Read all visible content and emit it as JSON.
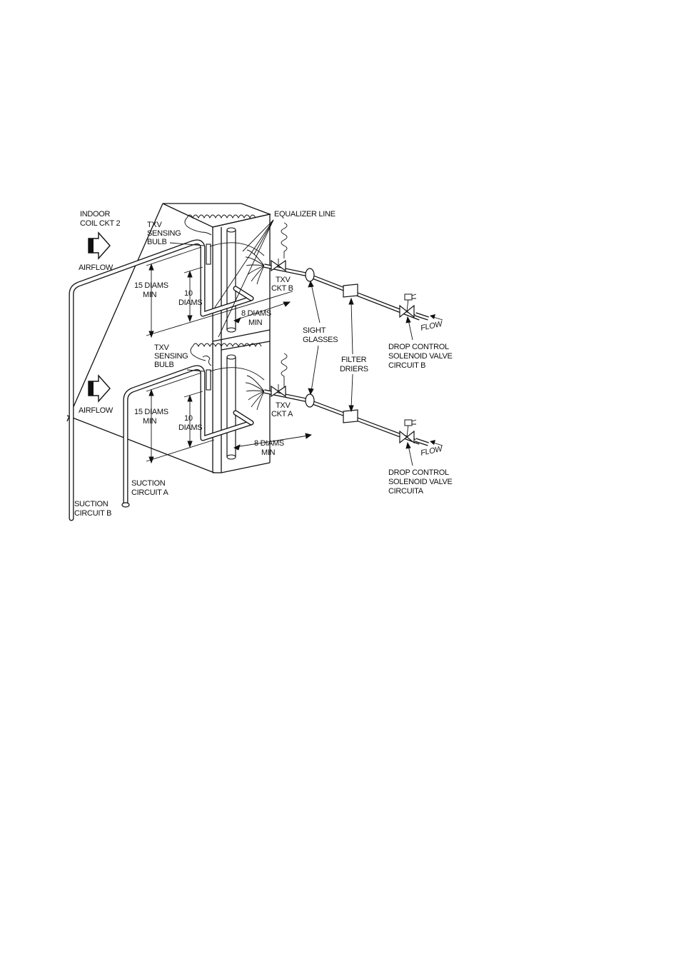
{
  "labels": {
    "indoor_coil_line1": "INDOOR",
    "indoor_coil_line2": "COIL CKT 2",
    "airflow_top": "AIRFLOW",
    "airflow_bottom": "AIRFLOW",
    "txv_bulb_top_1": "TXV",
    "txv_bulb_top_2": "SENSING",
    "txv_bulb_top_3": "BULB",
    "txv_bulb_bottom_1": "TXV",
    "txv_bulb_bottom_2": "SENSING",
    "txv_bulb_bottom_3": "BULB",
    "equalizer_line": "EQUALIZER LINE",
    "diams15_top_1": "15 DIAMS",
    "diams15_top_2": "MIN",
    "diams10_top_1": "10",
    "diams10_top_2": "DIAMS",
    "diams8_top_1": "8 DIAMS",
    "diams8_top_2": "MIN",
    "diams15_bottom_1": "15 DIAMS",
    "diams15_bottom_2": "MIN",
    "diams10_bottom_1": "10",
    "diams10_bottom_2": "DIAMS",
    "diams8_bottom_1": "8 DIAMS",
    "diams8_bottom_2": "MIN",
    "txv_ckt_b_1": "TXV",
    "txv_ckt_b_2": "CKT B",
    "txv_ckt_a_1": "TXV",
    "txv_ckt_a_2": "CKT A",
    "sight_glasses_1": "SIGHT",
    "sight_glasses_2": "GLASSES",
    "filter_driers_1": "FILTER",
    "filter_driers_2": "DRIERS",
    "flow_top": "FLOW",
    "flow_bottom": "FLOW",
    "solenoid_b_1": "DROP CONTROL",
    "solenoid_b_2": "SOLENOID VALVE",
    "solenoid_b_3": "CIRCUIT B",
    "solenoid_a_1": "DROP CONTROL",
    "solenoid_a_2": "SOLENOID VALVE",
    "solenoid_a_3": "CIRCUITA",
    "suction_a_1": "SUCTION",
    "suction_a_2": "CIRCUIT A",
    "suction_b_1": "SUCTION",
    "suction_b_2": "CIRCUIT B"
  },
  "icons": {
    "airflow_arrow": "airflow-arrow-icon",
    "txv_valve": "valve-icon",
    "solenoid_valve": "solenoid-valve-icon",
    "sight_glass": "sight-glass-icon",
    "filter_drier": "filter-drier-icon"
  }
}
